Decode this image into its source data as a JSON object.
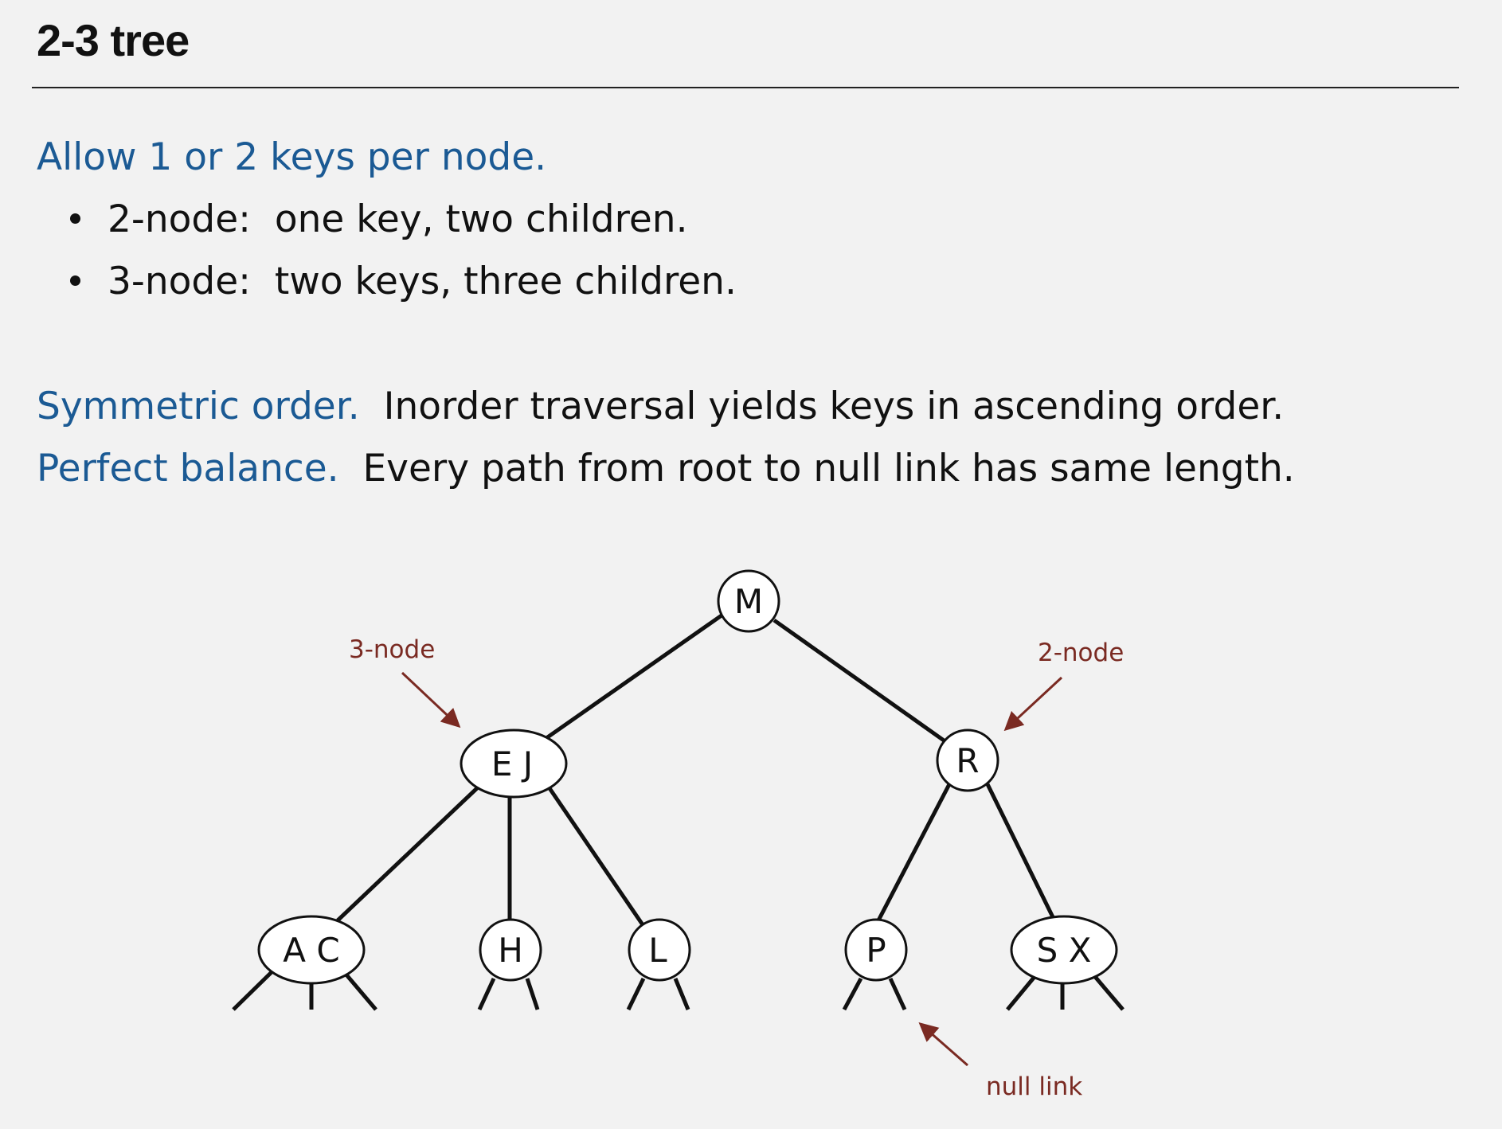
{
  "slide": {
    "title": "2-3 tree",
    "allow_heading": "Allow 1 or 2 keys per node.",
    "bullets": [
      {
        "term": "2-node:",
        "text": "one key, two children."
      },
      {
        "term": "3-node:",
        "text": "two keys, three children."
      }
    ],
    "symmetric_label": "Symmetric order.",
    "symmetric_text": "Inorder traversal yields keys in ascending order.",
    "balance_label": "Perfect balance.",
    "balance_text": "Every path from root to null link has same length."
  },
  "diagram": {
    "nodes": {
      "root": "M",
      "left": "E J",
      "right": "R",
      "leaf_ac": "A C",
      "leaf_h": "H",
      "leaf_l": "L",
      "leaf_p": "P",
      "leaf_sx": "S X"
    },
    "annotations": {
      "three_node": "3-node",
      "two_node": "2-node",
      "null_link": "null link"
    }
  },
  "colors": {
    "background": "#f2f2f2",
    "heading_blue": "#1b5a94",
    "annotation": "#7a2a22"
  }
}
